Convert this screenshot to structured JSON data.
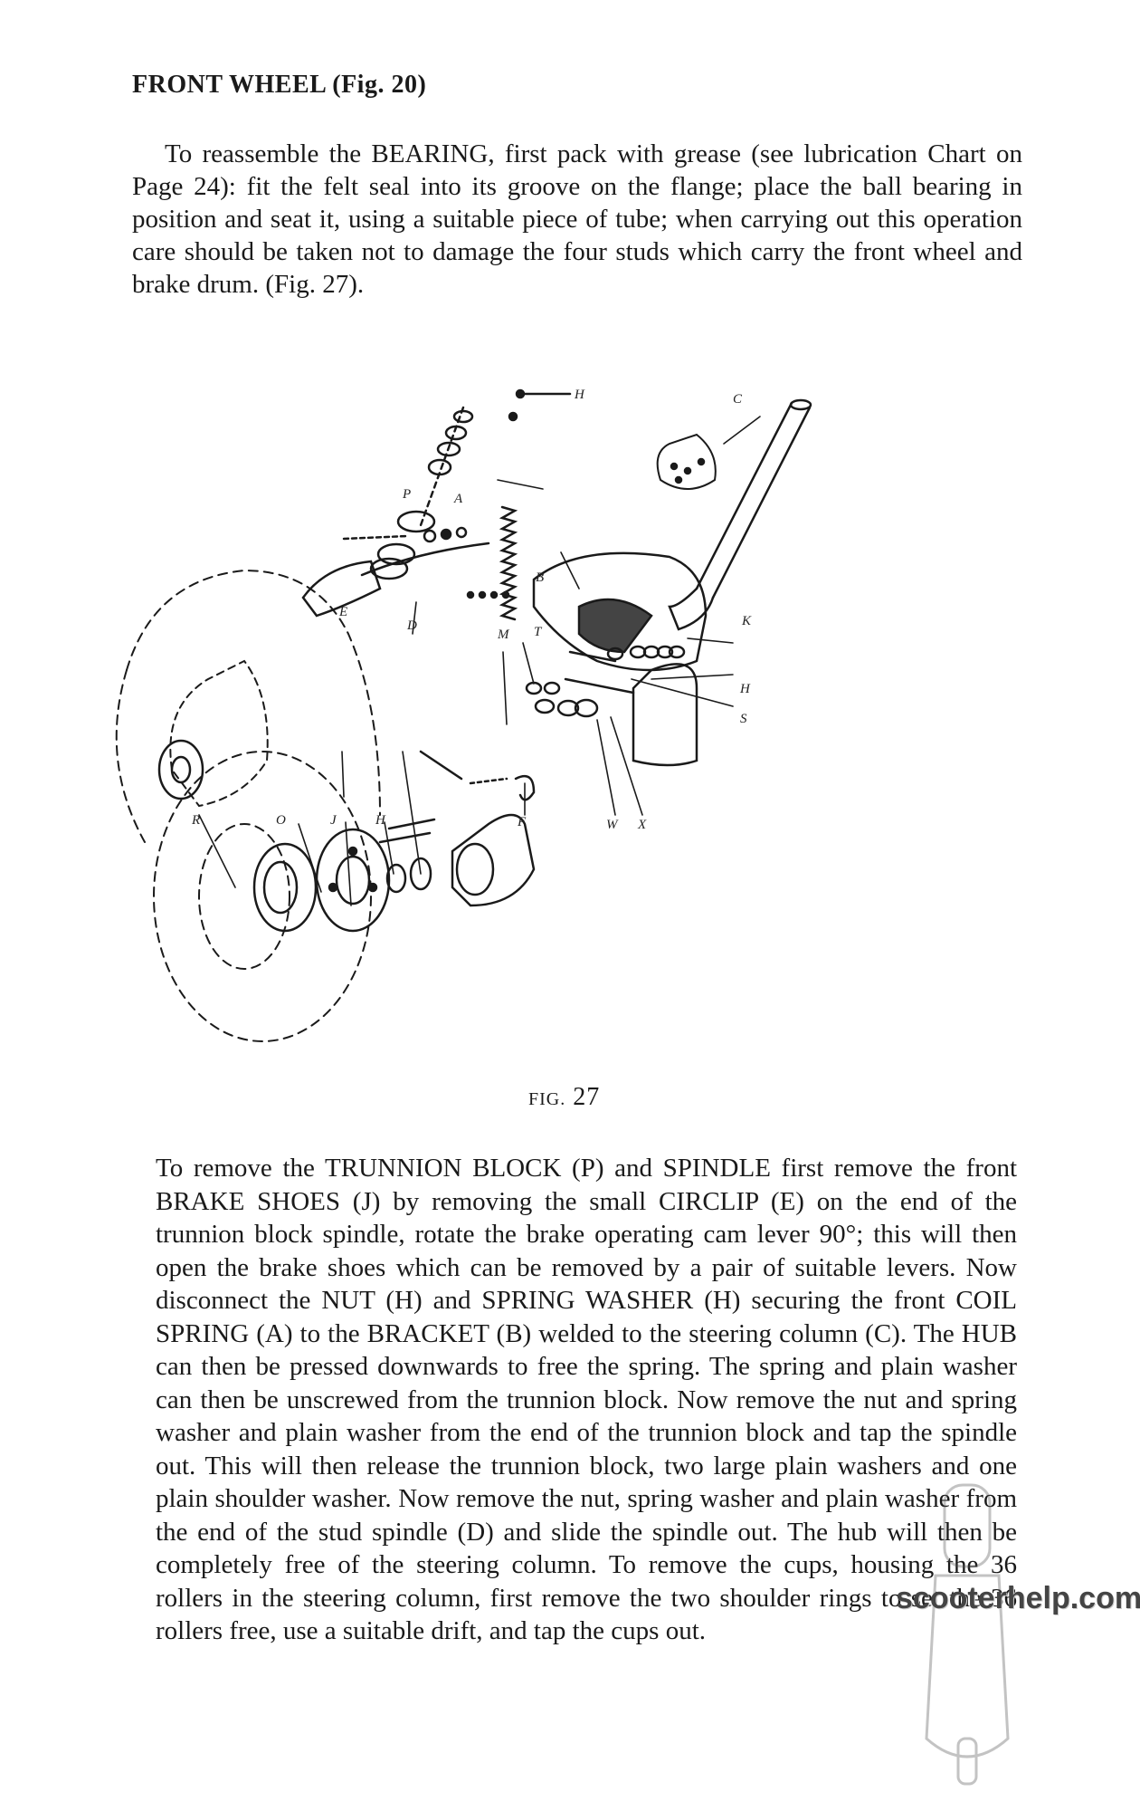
{
  "heading": "FRONT WHEEL (Fig. 20)",
  "paragraph_1": "To reassemble the BEARING, first pack with grease (see lubrication Chart on Page 24): fit the felt seal into its groove on the flange; place the ball bearing in position and seat it, using a suitable piece of tube; when carrying out this operation care should be taken not to damage the four studs which carry the front wheel and brake drum. (Fig. 27).",
  "figure": {
    "caption_prefix": "FIG.",
    "caption_number": "27",
    "labels": {
      "A": "A",
      "B": "B",
      "C": "C",
      "D": "D",
      "E": "E",
      "F": "F",
      "H_top": "H",
      "H_bottom": "H",
      "H_right": "H",
      "J": "J",
      "K": "K",
      "M": "M",
      "O": "O",
      "P": "P",
      "R": "R",
      "S": "S",
      "T": "T",
      "W": "W",
      "X": "X"
    }
  },
  "paragraph_2": "To remove the TRUNNION BLOCK (P) and SPINDLE first remove the front BRAKE SHOES (J) by removing the small CIRCLIP (E) on the end of the trunnion block spindle, rotate the brake operating cam lever 90°; this will then open the brake shoes which can be removed by a pair of suitable levers. Now disconnect the NUT (H) and SPRING WASHER (H) securing the front COIL SPRING (A) to the BRACKET (B) welded to the steering column (C). The HUB can then be pressed downwards to free the spring. The spring and plain washer can then be unscrewed from the trunnion block. Now remove the nut and spring washer and plain washer from the end of the trunnion block and tap the spindle out. This will then release the trunnion block, two large plain washers and one plain shoulder washer. Now remove the nut, spring washer and plain washer from the end of the stud spindle (D) and slide the spindle out. The hub will then be completely free of the steering column. To remove the cups, housing the 36 rollers in the steering column, first remove the two shoulder rings to set the 36 rollers free, use a suitable drift, and tap the cups out.",
  "watermark": "scooterhelp.com"
}
